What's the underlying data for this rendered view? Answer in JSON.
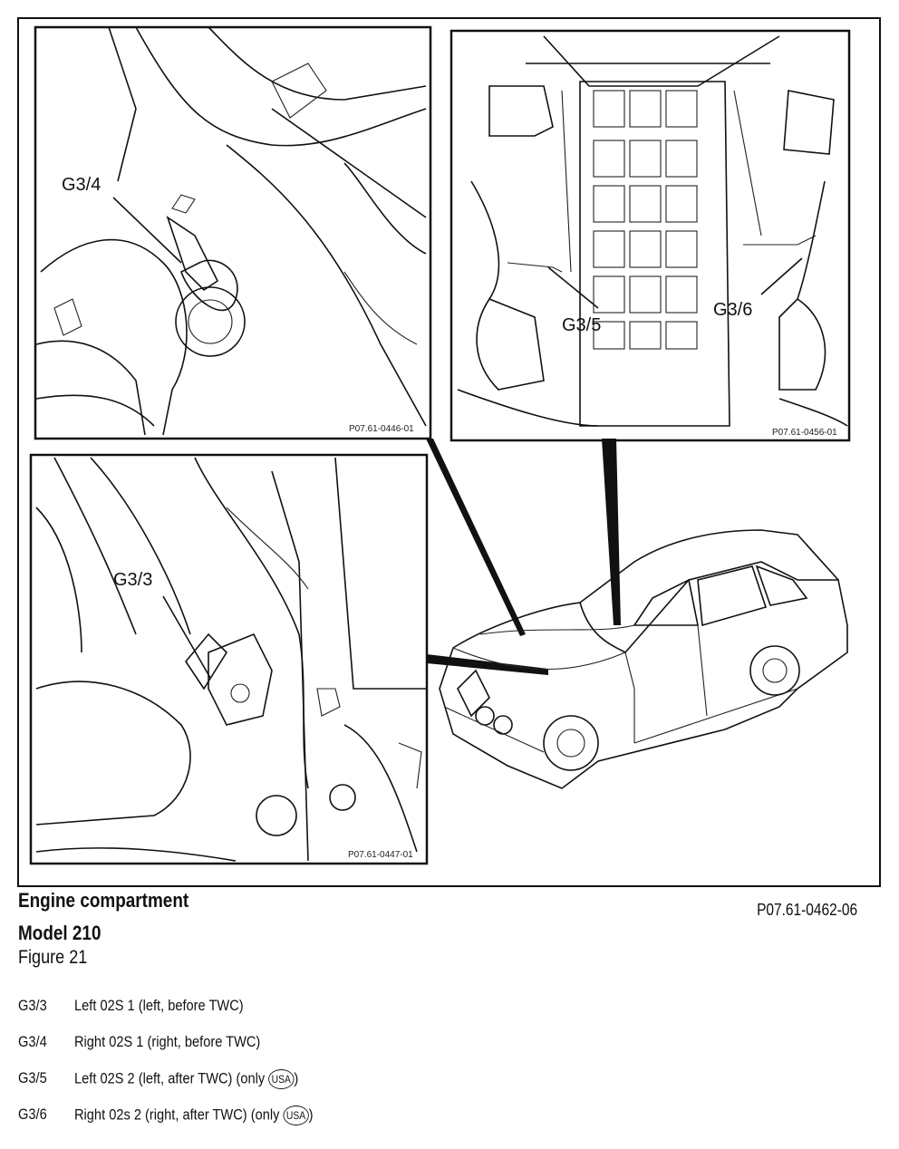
{
  "figure": {
    "labels": {
      "g34": "G3/4",
      "g33": "G3/3",
      "g35": "G3/5",
      "g36": "G3/6"
    },
    "codes": {
      "top_left": "P07.61-0446-01",
      "top_right": "P07.61-0456-01",
      "bottom_left": "P07.61-0447-01"
    }
  },
  "caption": {
    "title": "Engine compartment",
    "model": "Model 210",
    "figure": "Figure 21",
    "code": "P07.61-0462-06"
  },
  "legend": [
    {
      "key": "G3/3",
      "text": "Left 02S 1 (left, before TWC)",
      "badge": ""
    },
    {
      "key": "G3/4",
      "text": "Right 02S 1 (right, before TWC)",
      "badge": ""
    },
    {
      "key": "G3/5",
      "text": "Left 02S 2 (left, after TWC) (only ",
      "badge": "USA",
      "suffix": ")"
    },
    {
      "key": "G3/6",
      "text": "Right 02s 2 (right, after TWC) (only ",
      "badge": "USA",
      "suffix": ")"
    }
  ]
}
